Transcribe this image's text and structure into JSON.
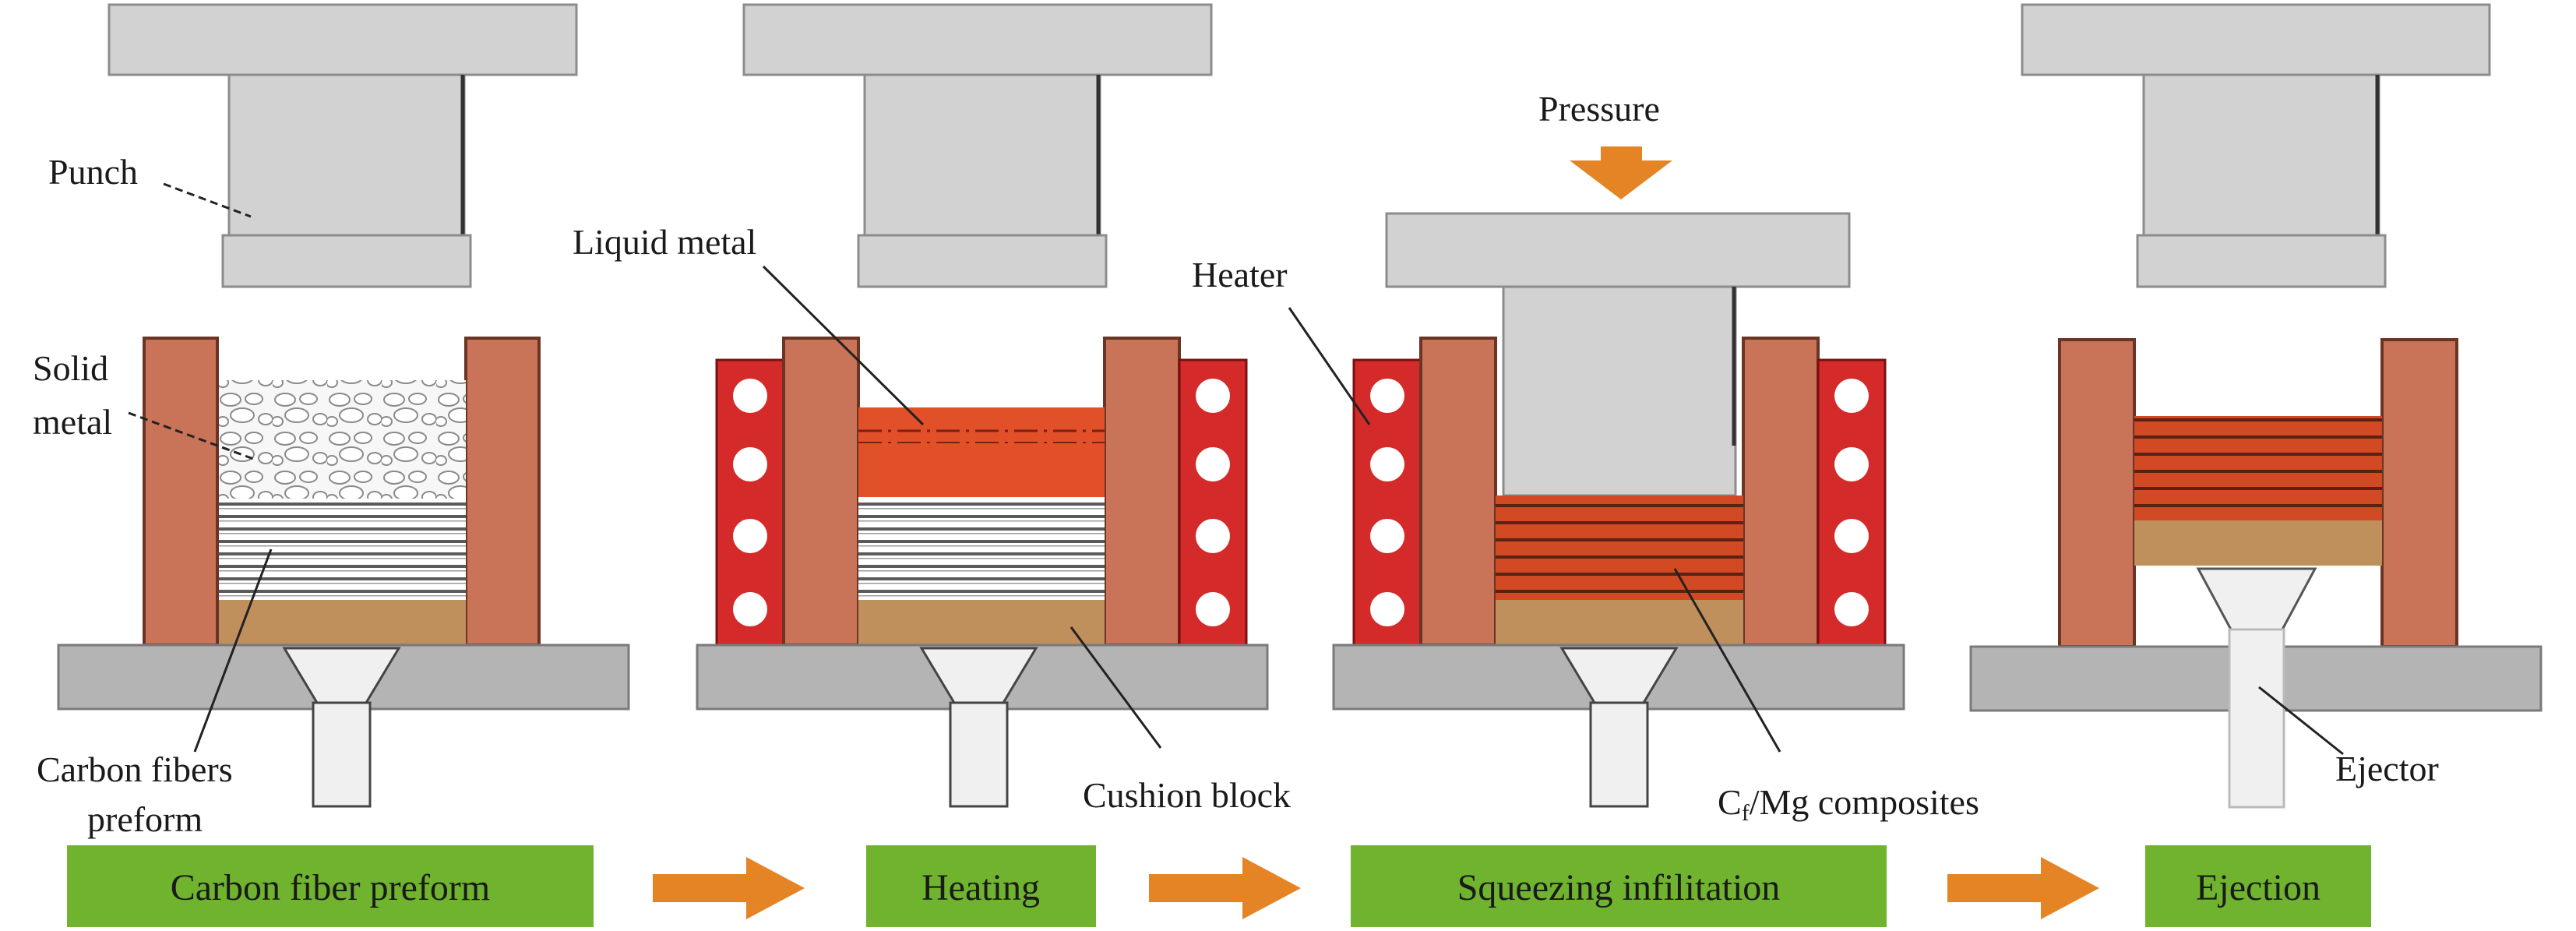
{
  "labels": {
    "punch": "Punch",
    "solid_metal_line1": "Solid",
    "solid_metal_line2": "metal",
    "carbon_fibers_line1": "Carbon fibers",
    "carbon_fibers_line2": "preform",
    "liquid_metal": "Liquid metal",
    "cushion_block": "Cushion block",
    "heater": "Heater",
    "pressure": "Pressure",
    "composites_c": "C",
    "composites_sub": "f",
    "composites_rest": "/Mg composites",
    "ejector": "Ejector"
  },
  "stages": [
    {
      "label": "Carbon fiber preform"
    },
    {
      "label": "Heating"
    },
    {
      "label": "Squeezing infilitation"
    },
    {
      "label": "Ejection"
    }
  ],
  "colors": {
    "punch_gray": "#d2d2d2",
    "base_gray": "#b4b4b4",
    "wall_brown": "#c97358",
    "heater_red": "#d42a2a",
    "liquid_metal_red": "#e2502a",
    "composite_red": "#d24a24",
    "cushion_tan": "#bf8f5c",
    "stage_green": "#6fb32f",
    "arrow_orange": "#e58425"
  }
}
